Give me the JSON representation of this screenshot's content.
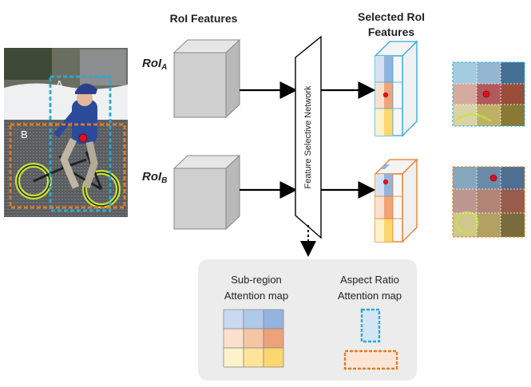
{
  "headings": {
    "roi_features": "RoI Features",
    "selected_line1": "Selected RoI",
    "selected_line2": "Features"
  },
  "photo": {
    "box_a_label": "A",
    "box_b_label": "B",
    "colors": {
      "box_a": "#2aa9d8",
      "box_b": "#e87a1e",
      "center_dot": "#e0101a"
    }
  },
  "rois": [
    {
      "main": "RoI",
      "sub": "A"
    },
    {
      "main": "RoI",
      "sub": "B"
    }
  ],
  "network": {
    "label": "Feature Selective Network"
  },
  "attention_panel": {
    "subregion_line1": "Sub-region",
    "subregion_line2": "Attention map",
    "aspect_line1": "Aspect Ratio",
    "aspect_line2": "Attention map",
    "grid_colors": [
      [
        "#c9d9ef",
        "#b1c9e8",
        "#94b3dd"
      ],
      [
        "#fbe0cf",
        "#f5c6a6",
        "#eda27a"
      ],
      [
        "#fef2c8",
        "#fde49a",
        "#fcd66f"
      ]
    ],
    "tall_box_color": "#2aa9d8",
    "wide_box_color": "#e87a1e"
  },
  "icons": [
    "arrow-right-icon",
    "dashed-arrow-down-icon"
  ]
}
